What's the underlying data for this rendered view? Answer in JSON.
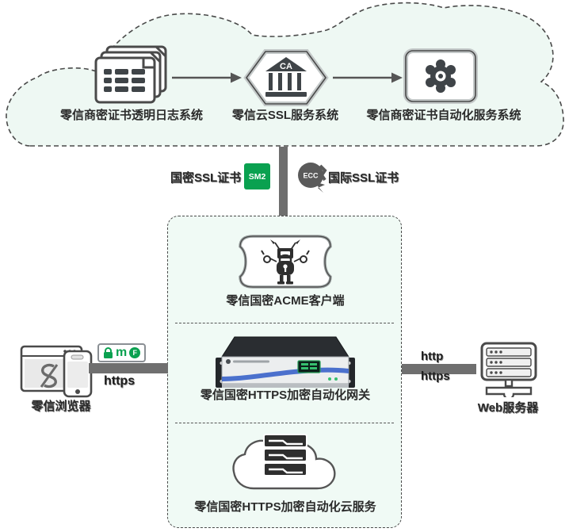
{
  "cloud": {
    "nodes": [
      {
        "label": "零信商密证书透明日志系统",
        "icon": "certificate-log-stack"
      },
      {
        "label": "零信云SSL服务系统",
        "badge": "CA",
        "icon": "ca-bank-hexagon"
      },
      {
        "label": "零信商密证书自动化服务系统",
        "icon": "automation-gear"
      }
    ]
  },
  "cert_row": {
    "left_label": "国密SSL证书",
    "left_badge": "SM2",
    "right_badge": "ECC",
    "right_label": "国际SSL证书"
  },
  "center_box": {
    "items": [
      {
        "label": "零信国密ACME客户端",
        "icon": "acme-robot"
      },
      {
        "label": "零信国密HTTPS加密自动化网关",
        "icon": "rack-gateway-appliance"
      },
      {
        "label": "零信国密HTTPS加密自动化云服务",
        "icon": "cloud-servers"
      }
    ]
  },
  "left_client": {
    "label": "零信浏览器",
    "protocol": "https",
    "badge_m": "m",
    "badge_f": "F"
  },
  "right_server": {
    "label": "Web服务器",
    "protocol_top": "http",
    "protocol_bottom": "https"
  },
  "colors": {
    "green": "#0aa150",
    "mint": "#eef8f3",
    "dark": "#3f4448",
    "bar_gray": "#6f6f6f",
    "stripe_blue": "#3a62c9"
  }
}
